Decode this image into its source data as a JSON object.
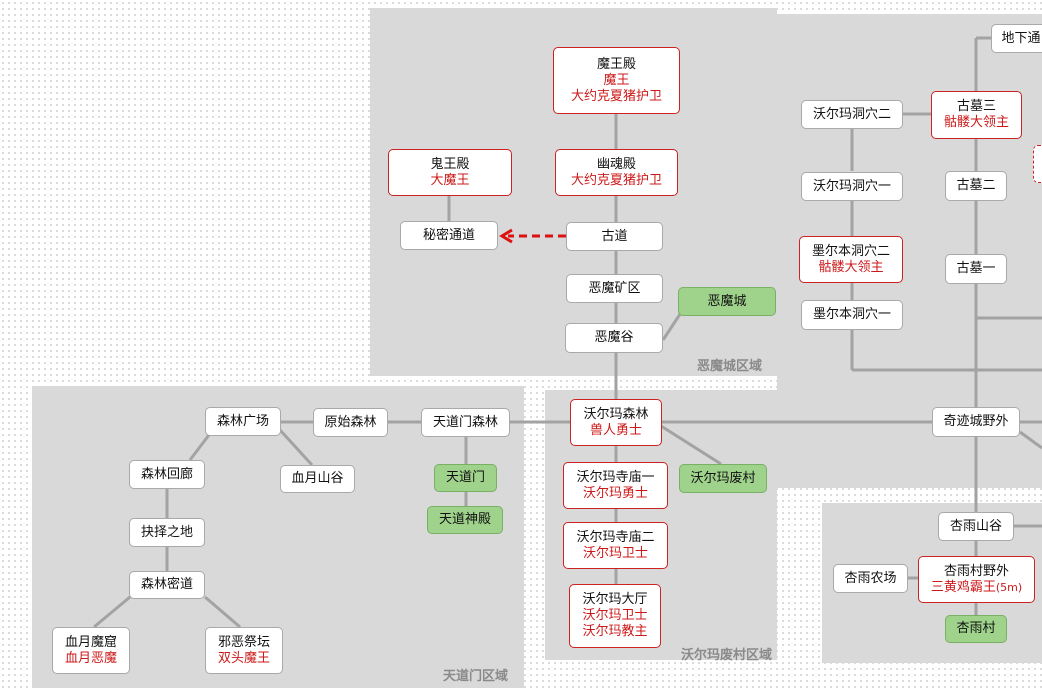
{
  "regions": {
    "demon_city": "恶魔城区域",
    "tiandao": "天道门区域",
    "woerma": "沃尔玛废村区域"
  },
  "nodes": {
    "mowang_dian": {
      "name": "魔王殿",
      "bosses": [
        "魔王",
        "大约克夏猪护卫"
      ]
    },
    "youhun_dian": {
      "name": "幽魂殿",
      "bosses": [
        "大约克夏猪护卫"
      ]
    },
    "guiwang_dian": {
      "name": "鬼王殿",
      "bosses": [
        "大魔王"
      ]
    },
    "mimi_tongdao": {
      "name": "秘密通道"
    },
    "gudao": {
      "name": "古道"
    },
    "emo_kuangqu": {
      "name": "恶魔矿区"
    },
    "emo_cheng": {
      "name": "恶魔城"
    },
    "emo_gu": {
      "name": "恶魔谷"
    },
    "senlin_guangchang": {
      "name": "森林广场"
    },
    "yuanshi_senlin": {
      "name": "原始森林"
    },
    "tiandaomen_senlin": {
      "name": "天道门森林"
    },
    "senlin_huilang": {
      "name": "森林回廊"
    },
    "xueyue_shangu": {
      "name": "血月山谷"
    },
    "tiandaomen": {
      "name": "天道门"
    },
    "tiandao_shendian": {
      "name": "天道神殿"
    },
    "jueze_zhidi": {
      "name": "抉择之地"
    },
    "senlin_midao": {
      "name": "森林密道"
    },
    "xueyue_mobku": {
      "name": "血月魔窟",
      "bosses": [
        "血月恶魔"
      ]
    },
    "xiee_jitan": {
      "name": "邪恶祭坛",
      "bosses": [
        "双头魔王"
      ]
    },
    "woerma_senlin": {
      "name": "沃尔玛森林",
      "bosses": [
        "兽人勇士"
      ]
    },
    "woerma_simiao1": {
      "name": "沃尔玛寺庙一",
      "bosses": [
        "沃尔玛勇士"
      ]
    },
    "woerma_simiao2": {
      "name": "沃尔玛寺庙二",
      "bosses": [
        "沃尔玛卫士"
      ]
    },
    "woerma_dating": {
      "name": "沃尔玛大厅",
      "bosses": [
        "沃尔玛卫士",
        "沃尔玛教主"
      ]
    },
    "woerma_feicun": {
      "name": "沃尔玛废村"
    },
    "woerma_dongxue2": {
      "name": "沃尔玛洞穴二"
    },
    "woerma_dongxue1": {
      "name": "沃尔玛洞穴一"
    },
    "moerben_dongxue2": {
      "name": "墨尔本洞穴二",
      "bosses": [
        "骷髅大领主"
      ]
    },
    "moerben_dongxue1": {
      "name": "墨尔本洞穴一"
    },
    "gumu3": {
      "name": "古墓三",
      "bosses": [
        "骷髅大领主"
      ]
    },
    "gumu2": {
      "name": "古墓二"
    },
    "gumu1": {
      "name": "古墓一"
    },
    "dixia_tong": {
      "name": "地下通"
    },
    "qijicheng_yewai": {
      "name": "奇迹城野外"
    },
    "xingyu_shangu": {
      "name": "杏雨山谷"
    },
    "xingyucun_yewai": {
      "name": "杏雨村野外",
      "bosses": [
        "三黄鸡霸王"
      ],
      "note": "(5m)"
    },
    "xingyu_nongchang": {
      "name": "杏雨农场"
    },
    "xingyu_cun": {
      "name": "杏雨村"
    }
  },
  "colors": {
    "region_bg": "#d9d9d9",
    "boss_text": "#cc1a1a",
    "boss_border": "#cc2222",
    "town_bg": "#9fd38c",
    "link": "#a3a3a3",
    "secret_arrow": "#dd1111"
  }
}
